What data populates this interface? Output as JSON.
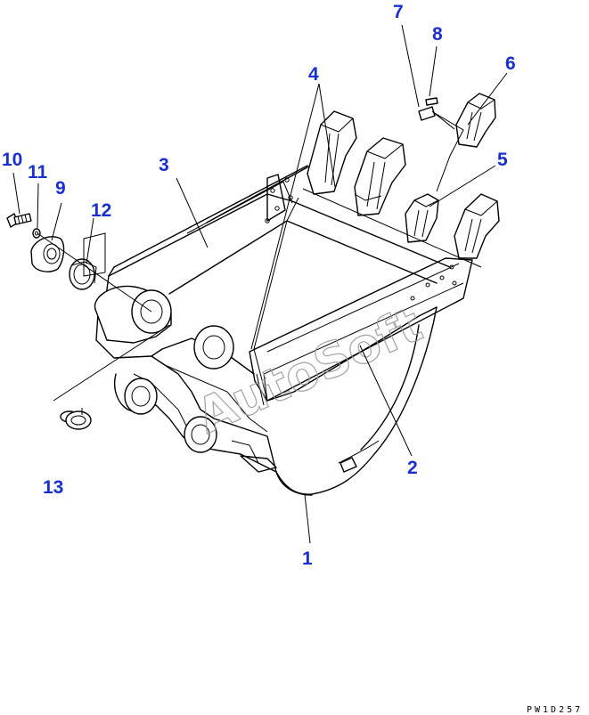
{
  "callout_color": "#1a2fd0",
  "watermark": "AutoSoft",
  "drawing_code": "PW1D257",
  "callouts": [
    {
      "id": "c1",
      "label": "1"
    },
    {
      "id": "c2",
      "label": "2"
    },
    {
      "id": "c3",
      "label": "3"
    },
    {
      "id": "c4",
      "label": "4"
    },
    {
      "id": "c5",
      "label": "5"
    },
    {
      "id": "c6",
      "label": "6"
    },
    {
      "id": "c7",
      "label": "7"
    },
    {
      "id": "c8",
      "label": "8"
    },
    {
      "id": "c9",
      "label": "9"
    },
    {
      "id": "c10",
      "label": "10"
    },
    {
      "id": "c11",
      "label": "11"
    },
    {
      "id": "c12",
      "label": "12"
    },
    {
      "id": "c13",
      "label": "13"
    }
  ]
}
